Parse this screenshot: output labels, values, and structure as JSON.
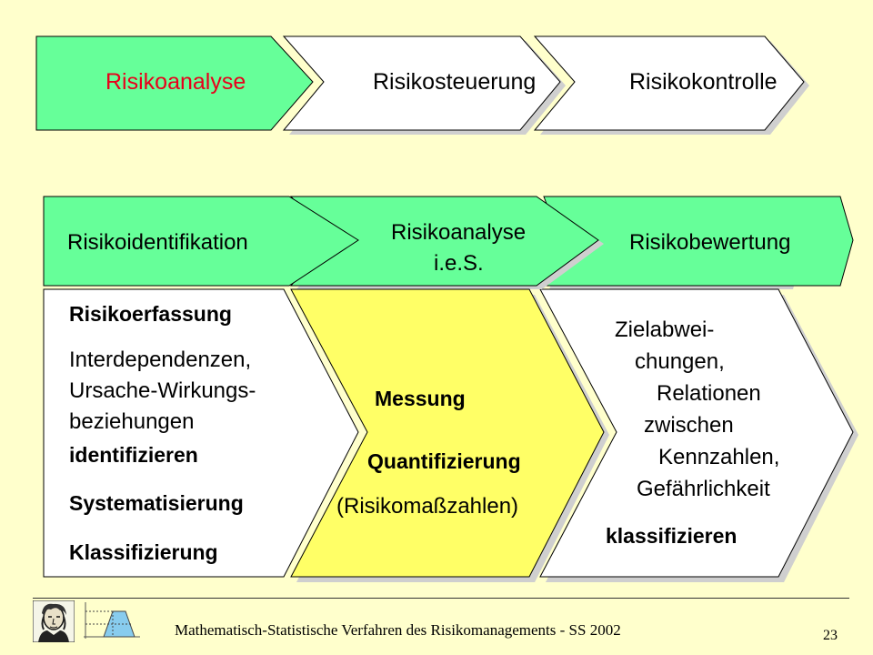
{
  "process": {
    "stage1": "Risikoanalyse",
    "stage2": "Risikosteuerung",
    "stage3": "Risikokontrolle"
  },
  "detail": {
    "step1": {
      "title": "Risikoidentifikation"
    },
    "step2": {
      "title_line1": "Risikoanalyse",
      "title_line2": "i.e.S."
    },
    "step3": {
      "title": "Risikobewertung"
    }
  },
  "col1": {
    "heading": "Risikoerfassung",
    "text_line1": "Interdependenzen,",
    "text_line2": "Ursache-Wirkungs-",
    "text_line3": "beziehungen",
    "text_bold": "identifizieren",
    "item1": "Systematisierung",
    "item2": "Klassifizierung"
  },
  "col2": {
    "item1": "Messung",
    "item2": "Quantifizierung",
    "item3": "(Risikomaßzahlen)"
  },
  "col3": {
    "line1": "Zielabwei-",
    "line2": "chungen,",
    "line3": "Relationen",
    "line4": "zwischen",
    "line5": "Kennzahlen,",
    "line6": "Gefährlichkeit",
    "bold": "klassifizieren"
  },
  "footer": {
    "title": "Mathematisch-Statistische Verfahren des Risikomanagements - SS 2002",
    "page": "23"
  },
  "colors": {
    "background": "#ffffcc",
    "green": "#66ff99",
    "white": "#ffffff",
    "yellow": "#ffff66",
    "accent_red": "#e8001c"
  }
}
